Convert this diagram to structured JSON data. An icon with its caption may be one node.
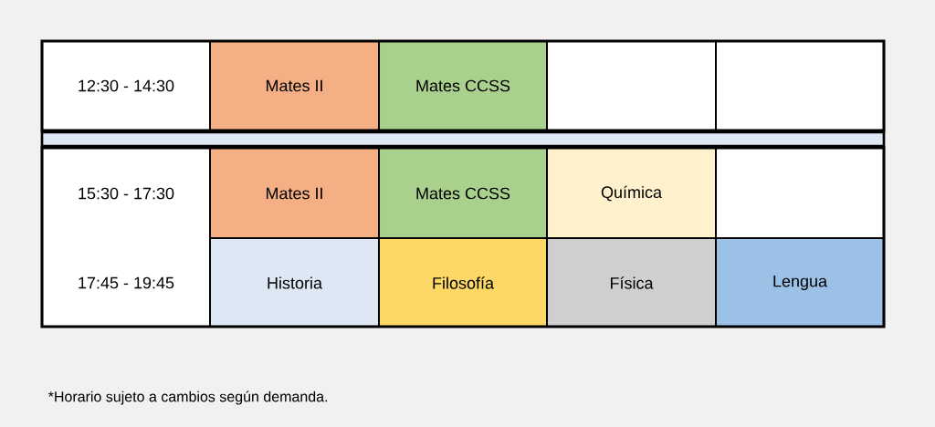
{
  "diagram": {
    "labels": [
      "12:30 - 14:30",
      "Mates II",
      "Mates CCSS",
      "15:30 - 17:30",
      "Mates II",
      "Mates CCSS",
      "Química",
      "17:45 - 19:45",
      "Historia",
      "Filosofía",
      "Física",
      "Lengua"
    ],
    "caption": "*Horario sujeto a cambios según demanda."
  }
}
